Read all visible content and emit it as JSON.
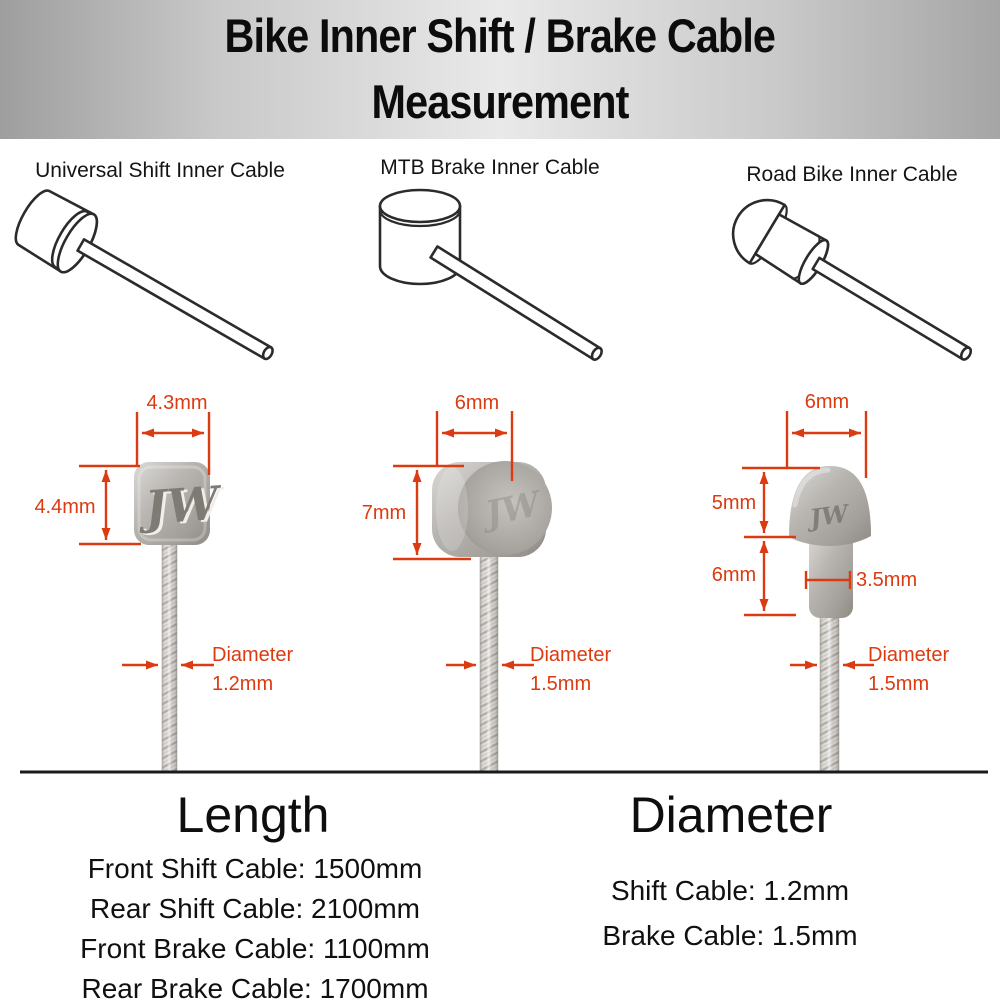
{
  "header": {
    "title_line1": "Bike Inner Shift / Brake Cable",
    "title_line2": "Measurement"
  },
  "columns": [
    {
      "label": "Universal Shift Inner Cable",
      "stamp": "JW",
      "annotations": {
        "head_width": "4.3mm",
        "head_height": "4.4mm",
        "diameter_label": "Diameter",
        "diameter_value": "1.2mm"
      }
    },
    {
      "label": "MTB Brake Inner Cable",
      "stamp": "JW",
      "annotations": {
        "head_width": "6mm",
        "head_height": "7mm",
        "diameter_label": "Diameter",
        "diameter_value": "1.5mm"
      }
    },
    {
      "label": "Road Bike Inner Cable",
      "stamp": "JW",
      "annotations": {
        "head_width": "6mm",
        "head_height": "5mm",
        "stem_height": "6mm",
        "stem_width": "3.5mm",
        "diameter_label": "Diameter",
        "diameter_value": "1.5mm"
      }
    }
  ],
  "length_section": {
    "heading": "Length",
    "items": [
      "Front Shift Cable: 1500mm",
      "Rear Shift Cable: 2100mm",
      "Front Brake Cable: 1100mm",
      "Rear Brake Cable: 1700mm"
    ]
  },
  "diameter_section": {
    "heading": "Diameter",
    "items": [
      "Shift Cable: 1.2mm",
      "Brake Cable: 1.5mm"
    ]
  },
  "colors": {
    "annotation": "#dc3a10",
    "line_art": "#2b2b2b",
    "divider": "#1a1a1a"
  }
}
